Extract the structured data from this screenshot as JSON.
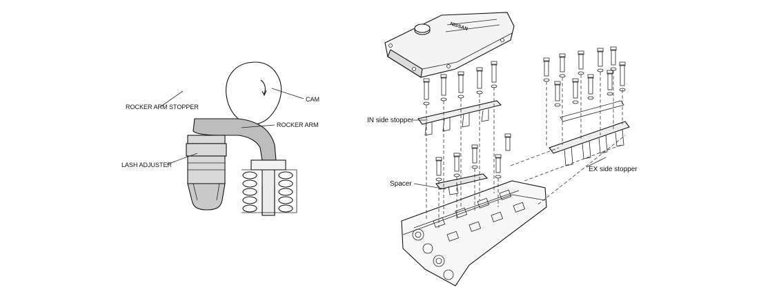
{
  "left_figure": {
    "labels": {
      "rocker_arm_stopper": "ROCKER ARM STOPPER",
      "cam": "CAM",
      "rocker_arm": "ROCKER ARM",
      "lash_adjuster": "LASH ADJUSTER"
    }
  },
  "right_figure": {
    "labels": {
      "in_side_stopper": "IN side stopper",
      "spacer": "Spacer",
      "ex_side_stopper": "EX side stopper"
    },
    "cover_text": "NISSAN"
  }
}
